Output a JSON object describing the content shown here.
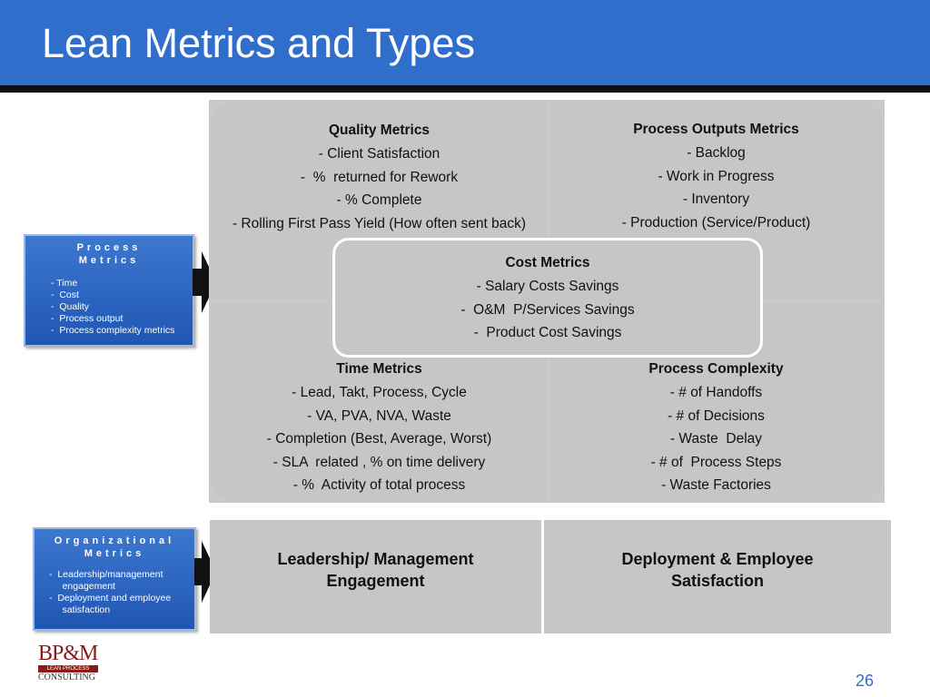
{
  "slide": {
    "title": "Lean Metrics and Types",
    "page_number": "26"
  },
  "process_box": {
    "title": "Process Metrics",
    "title_line1": "Process",
    "title_line2": "Metrics",
    "items": [
      "- Time",
      "-  Cost",
      "-  Quality",
      "-  Process output",
      "-  Process complexity metrics"
    ]
  },
  "org_box": {
    "title_line1": "Organizational",
    "title_line2": "Metrics",
    "items": [
      "-  Leadership/management",
      "     engagement",
      "-  Deployment and employee",
      "     satisfaction"
    ]
  },
  "quality": {
    "title": "Quality Metrics",
    "items": [
      "- Client Satisfaction",
      "-  %  returned for Rework",
      "- % Complete",
      "- Rolling First Pass Yield (How often sent back)"
    ]
  },
  "outputs": {
    "title": "Process Outputs Metrics",
    "items": [
      "- Backlog",
      "- Work in Progress",
      "- Inventory",
      "- Production (Service/Product)"
    ]
  },
  "cost": {
    "title": "Cost Metrics",
    "items": [
      "- Salary Costs Savings",
      "-  O&M  P/Services Savings",
      "-  Product Cost Savings"
    ]
  },
  "time": {
    "title": "Time  Metrics",
    "items": [
      "- Lead, Takt, Process, Cycle",
      "- VA, PVA, NVA, Waste",
      "- Completion (Best, Average, Worst)",
      "- SLA  related , % on time delivery",
      "- %  Activity of total process"
    ]
  },
  "complexity": {
    "title": "Process Complexity",
    "items": [
      "- # of Handoffs",
      "- # of Decisions",
      "- Waste  Delay",
      "- # of  Process Steps",
      "- Waste Factories"
    ]
  },
  "org_cells": {
    "left_line1": "Leadership/ Management",
    "left_line2": "Engagement",
    "right_line1": "Deployment & Employee",
    "right_line2": "Satisfaction"
  },
  "logo": {
    "main": "BP&M",
    "band": "LEAN PROCESS",
    "sub": "CONSULTING"
  },
  "colors": {
    "title_bar": "#2f6ecb",
    "cell_gray": "#c6c6c6",
    "logo_red": "#8b1a1a"
  }
}
